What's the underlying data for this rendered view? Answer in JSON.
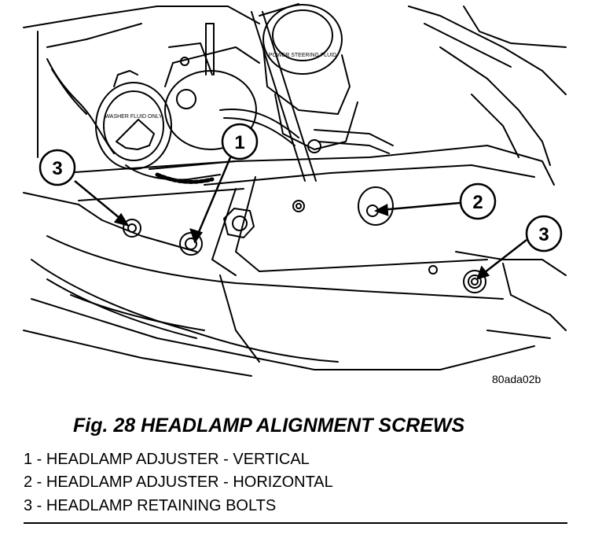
{
  "figure": {
    "code": "80ada02b",
    "callouts": [
      "1",
      "2",
      "3",
      "3"
    ],
    "cap_labels": {
      "washer": "WASHER FLUID ONLY",
      "power_steering": "POWER STEERING FLUID"
    }
  },
  "caption": "Fig. 28 HEADLAMP ALIGNMENT SCREWS",
  "legend": [
    "1 - HEADLAMP ADJUSTER - VERTICAL",
    "2 - HEADLAMP ADJUSTER - HORIZONTAL",
    "3 - HEADLAMP RETAINING BOLTS"
  ]
}
